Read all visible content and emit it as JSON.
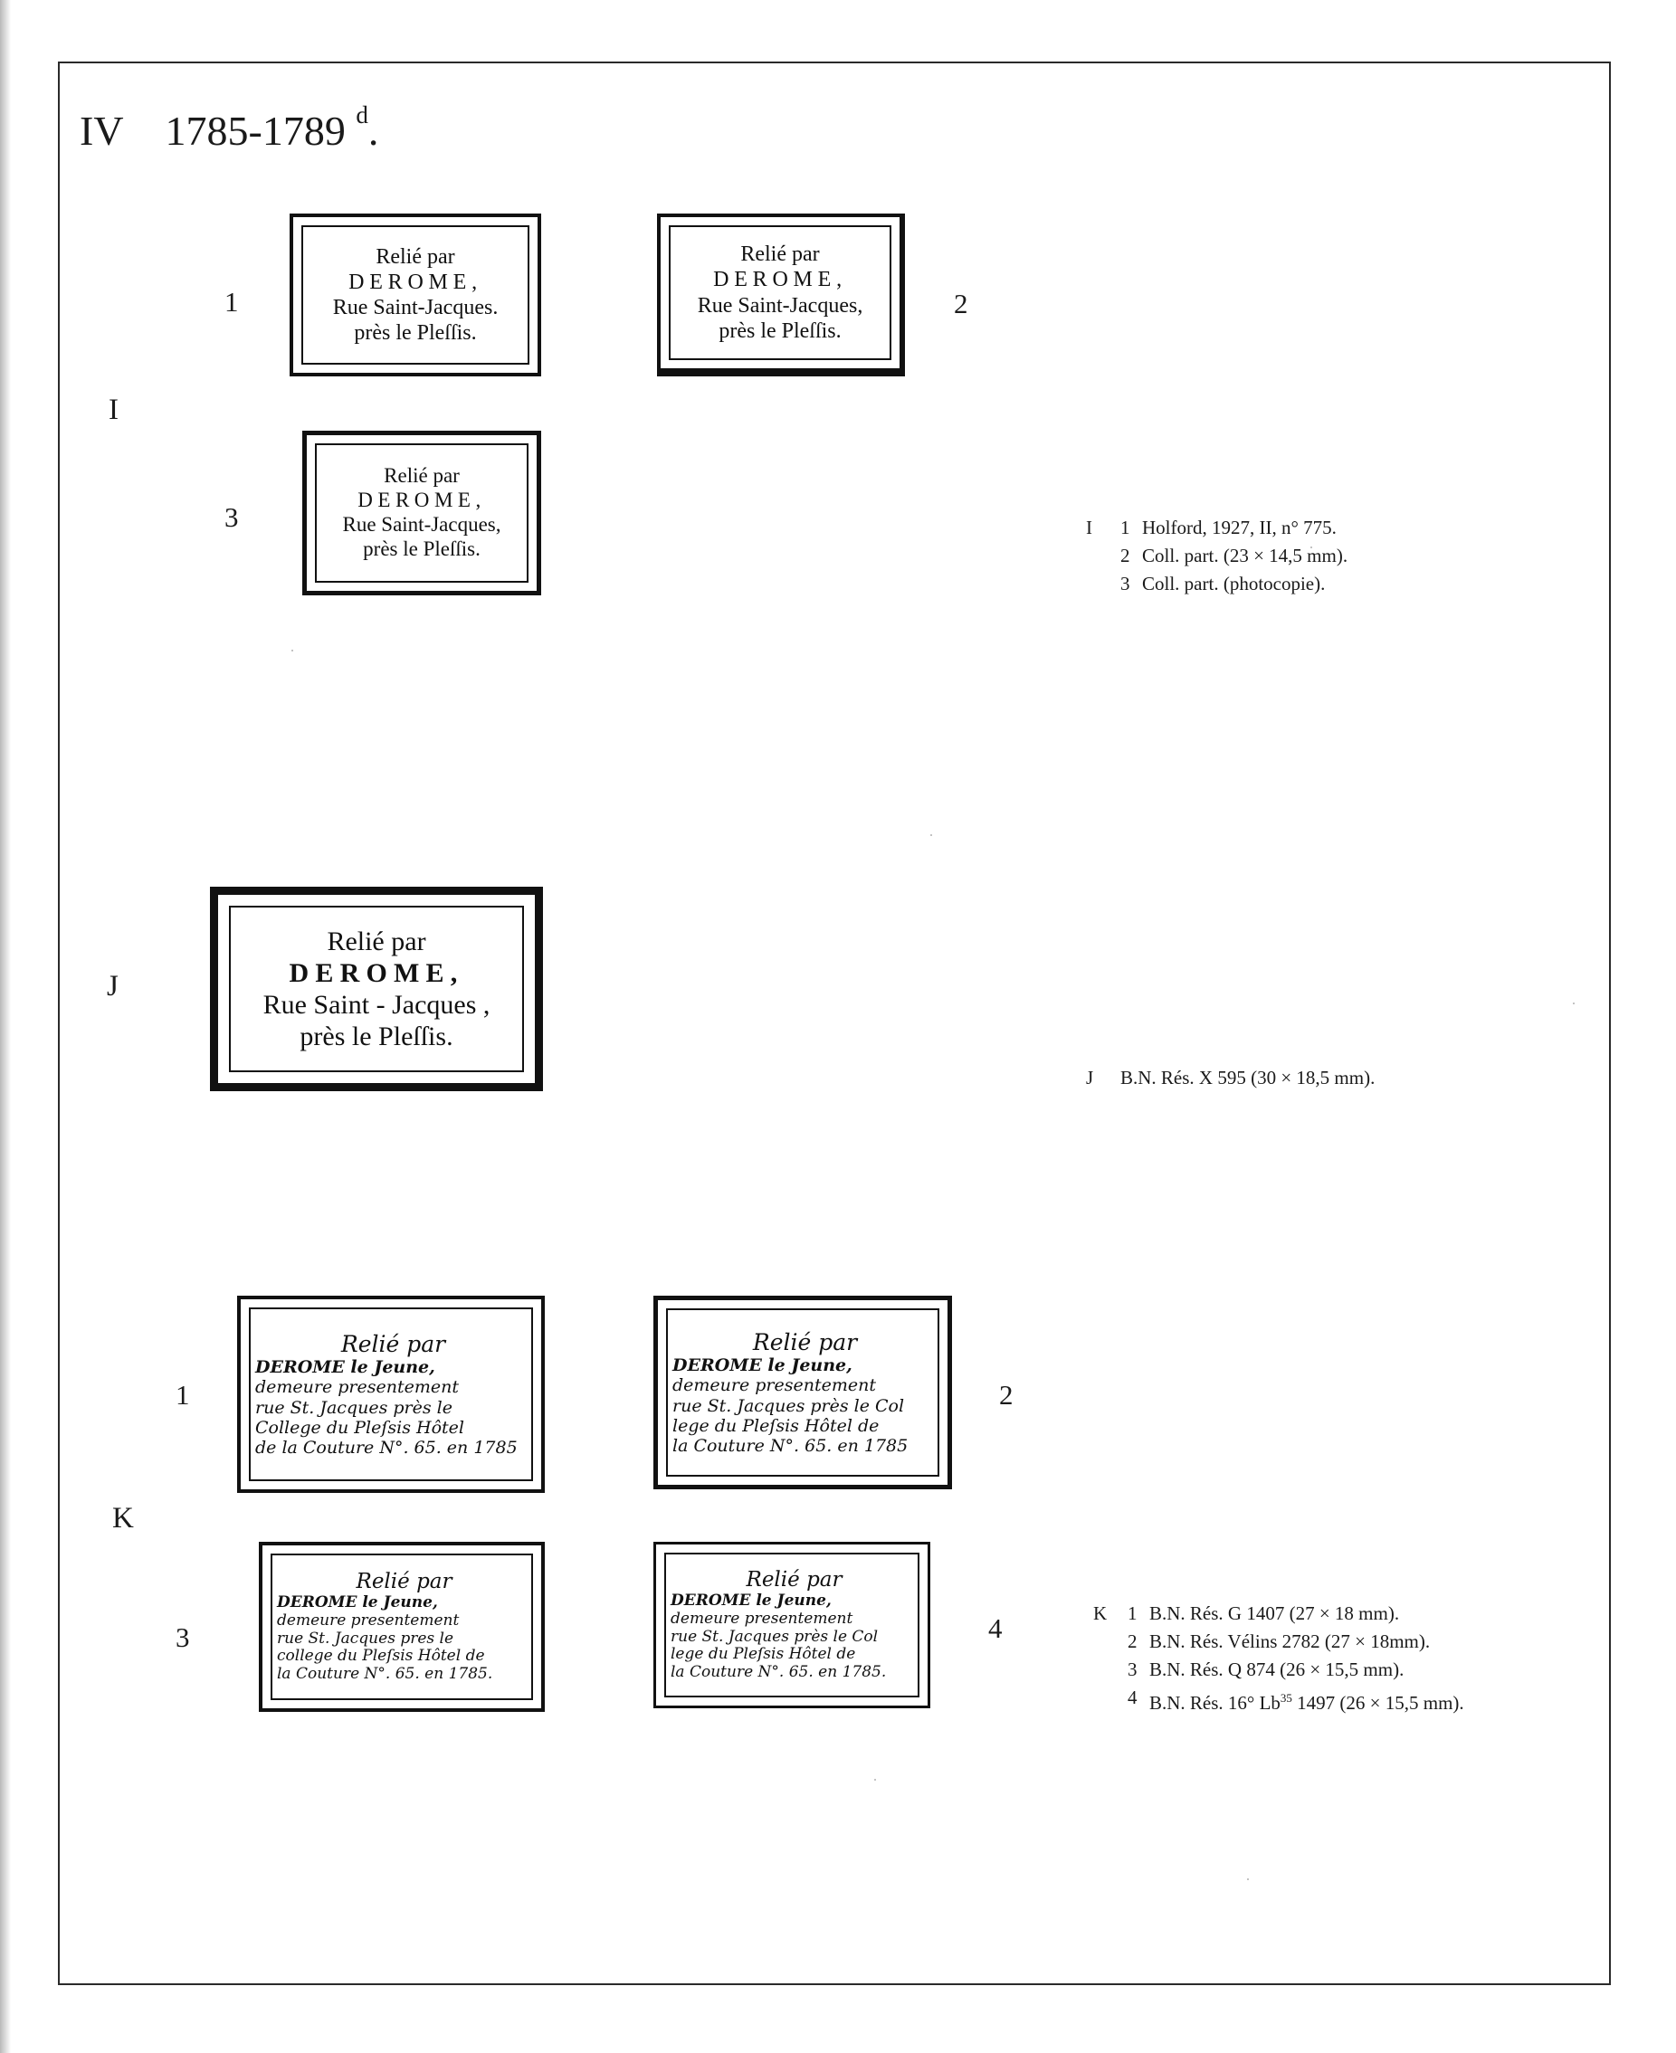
{
  "heading": {
    "roman": "IV",
    "dates": "1785-1789",
    "sup": "d",
    "period": "."
  },
  "groups": {
    "I": {
      "label": "I",
      "items": [
        {
          "number": "1",
          "lines": [
            "Relié par",
            "DEROME,",
            "Rue Saint-Jacques.",
            "près le Pleſſis."
          ]
        },
        {
          "number": "2",
          "lines": [
            "Relié par",
            "DEROME,",
            "Rue Saint-Jacques,",
            "près le Pleſſis."
          ]
        },
        {
          "number": "3",
          "lines": [
            "Relié par",
            "DEROME,",
            "Rue Saint-Jacques,",
            "près le Pleſſis."
          ]
        }
      ]
    },
    "J": {
      "label": "J",
      "lines": [
        "Relié par",
        "DEROME,",
        "Rue Saint - Jacques ,",
        "près le Pleſſis."
      ]
    },
    "K": {
      "label": "K",
      "items": [
        {
          "number": "1",
          "lines": [
            "Relié par",
            "DEROME le Jeune,",
            "demeure presentement",
            "rue St. Jacques près le",
            "College du Pleſsis Hôtel",
            "de la Couture N°. 65. en 1785"
          ]
        },
        {
          "number": "2",
          "lines": [
            "Relié par",
            "DEROME le Jeune,",
            "demeure presentement",
            "rue St. Jacques près le Col",
            "lege du Pleſsis Hôtel de",
            "la Couture N°. 65. en 1785"
          ]
        },
        {
          "number": "3",
          "lines": [
            "Relié par",
            "DEROME le Jeune,",
            "demeure presentement",
            "rue St. Jacques pres le",
            "college du Pleſsis Hôtel de",
            "la Couture N°. 65. en 1785."
          ]
        },
        {
          "number": "4",
          "lines": [
            "Relié par",
            "DEROME le Jeune,",
            "demeure presentement",
            "rue St. Jacques près le Col",
            "lege du Pleſsis Hôtel de",
            "la Couture N°. 65. en 1785."
          ]
        }
      ]
    }
  },
  "notes": {
    "I": [
      {
        "group": "I",
        "n": "1",
        "text": "Holford, 1927, II, n° 775."
      },
      {
        "group": "",
        "n": "2",
        "text": "Coll. part. (23 × 14,5 mm)."
      },
      {
        "group": "",
        "n": "3",
        "text": "Coll. part. (photocopie)."
      }
    ],
    "J": [
      {
        "group": "J",
        "n": "",
        "text": "B.N. Rés. X 595 (30 × 18,5 mm)."
      }
    ],
    "K": [
      {
        "group": "K",
        "n": "1",
        "text": "B.N. Rés. G 1407 (27 × 18 mm)."
      },
      {
        "group": "",
        "n": "2",
        "text": "B.N. Rés. Vélins 2782 (27 × 18mm)."
      },
      {
        "group": "",
        "n": "3",
        "text": "B.N. Rés. Q 874 (26 × 15,5 mm)."
      },
      {
        "group": "",
        "n": "4",
        "text": "B.N. Rés. 16° Lb",
        "sup": "35",
        "tail": " 1497 (26 × 15,5 mm)."
      }
    ]
  }
}
